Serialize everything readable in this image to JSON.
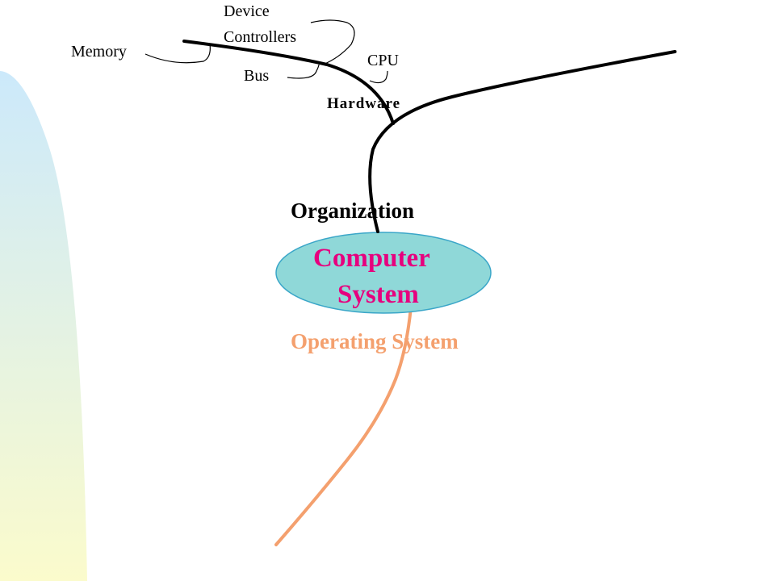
{
  "diagram": {
    "labels": {
      "device_controllers_line1": "Device",
      "device_controllers_line2": "Controllers",
      "memory": "Memory",
      "cpu": "CPU",
      "bus": "Bus",
      "hardware": "Hardware",
      "organization": "Organization",
      "computer_system_line1": "Computer",
      "computer_system_line2": "System",
      "operating_system": "Operating System"
    },
    "colors": {
      "background": "#ffffff",
      "sidebar_gradient_top": "#cce9fb",
      "sidebar_gradient_bottom": "#fbfbcc",
      "hardware_line": "#000000",
      "os_line": "#f4a06e",
      "ellipse_fill": "#8fd8d8",
      "ellipse_stroke": "#3aa6c8",
      "computer_system_text": "#e6007e",
      "operating_system_text": "#f4a06e",
      "label_text": "#000000",
      "organization_text": "#000000"
    }
  }
}
